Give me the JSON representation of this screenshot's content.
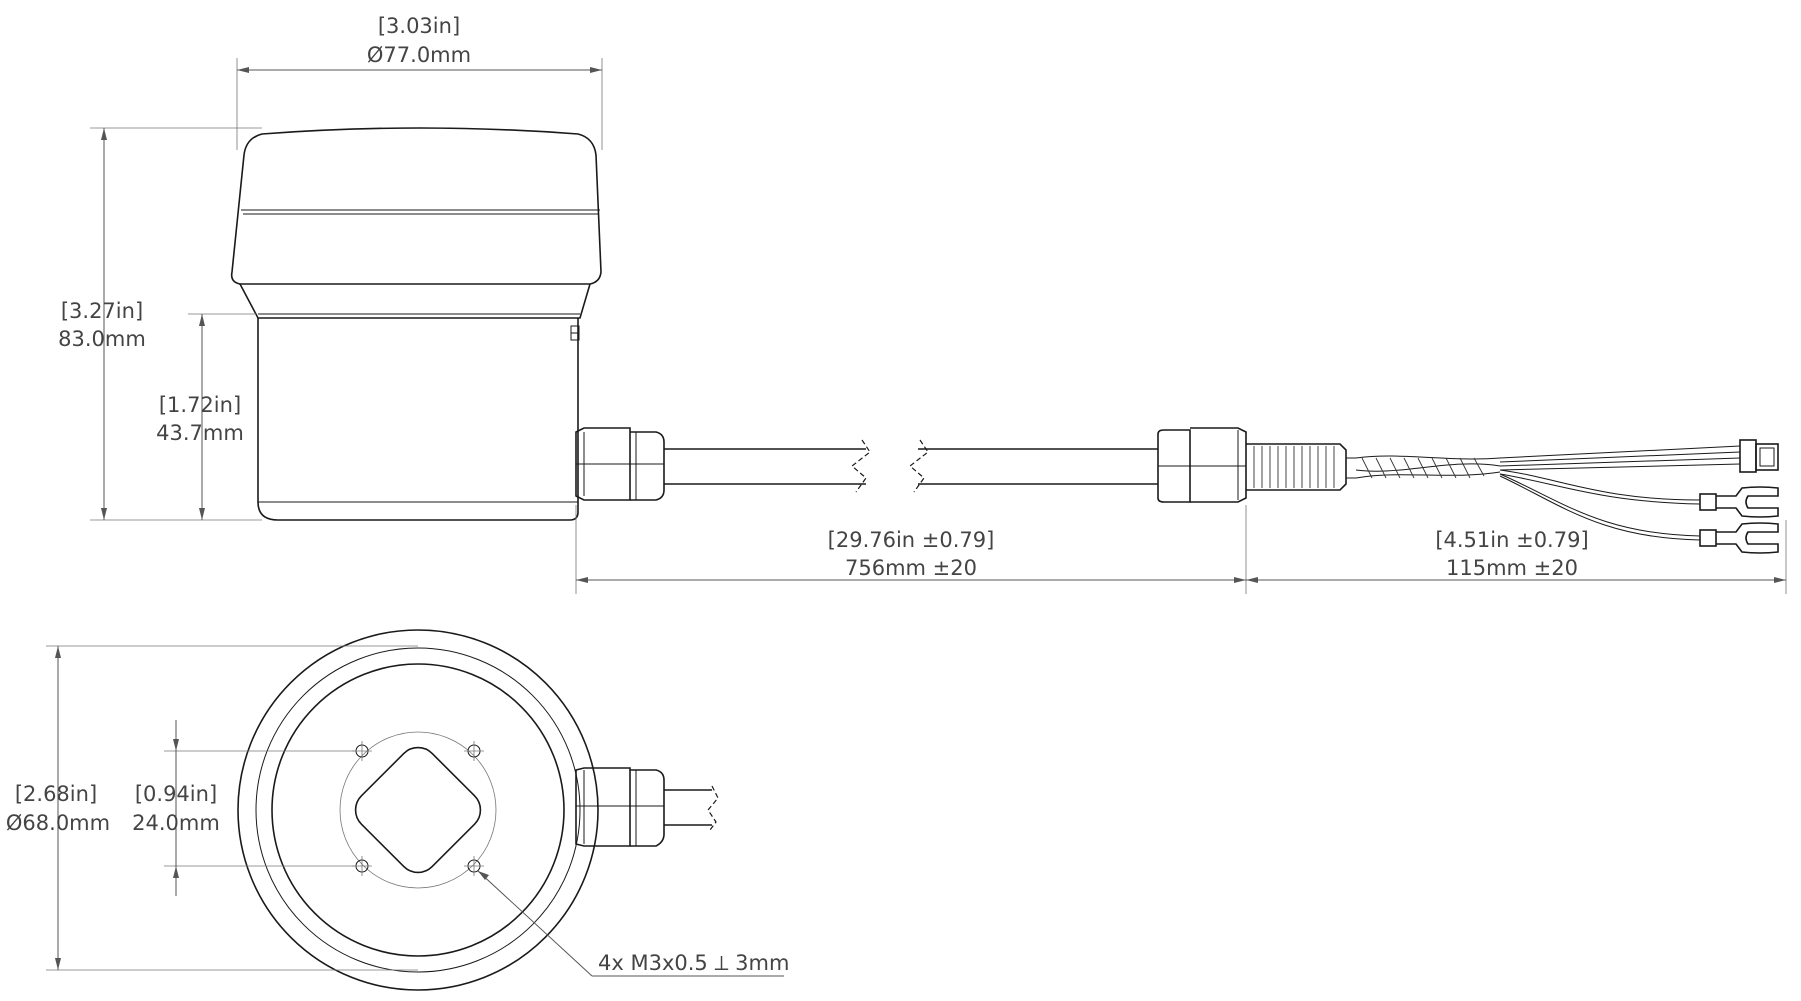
{
  "dimensions": {
    "top_width": {
      "inch": "[3.03in]",
      "mm": "Ø77.0mm"
    },
    "overall_height": {
      "inch": "[3.27in]",
      "mm": "83.0mm"
    },
    "lower_height": {
      "inch": "[1.72in]",
      "mm": "43.7mm"
    },
    "cable_length": {
      "inch": "[29.76in ±0.79]",
      "mm": "756mm ±20"
    },
    "lead_length": {
      "inch": "[4.51in ±0.79]",
      "mm": "115mm ±20"
    },
    "base_diameter": {
      "inch": "[2.68in]",
      "mm": "Ø68.0mm"
    },
    "hole_spacing": {
      "inch": "[0.94in]",
      "mm": "24.0mm"
    },
    "hole_callout": "4x M3x0.5 ⟂ 3mm"
  },
  "colors": {
    "line": "#1a1a1a",
    "dimension": "#555555",
    "text": "#444444"
  }
}
